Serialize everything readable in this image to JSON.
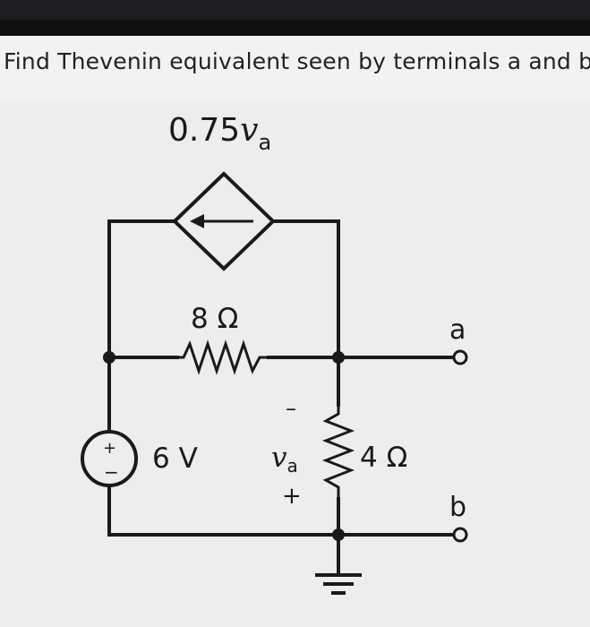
{
  "question": {
    "text": "Find Thevenin equivalent seen by terminals a and b"
  },
  "circuit": {
    "dependent_source": {
      "coef": "0.75",
      "var": "v",
      "sub": "a"
    },
    "resistor_top": {
      "value": "8 Ω"
    },
    "resistor_right": {
      "value": "4 Ω"
    },
    "voltage_source": {
      "value": "6 V",
      "plus": "+",
      "minus": "−"
    },
    "va": {
      "var": "v",
      "sub": "a",
      "minus": "–",
      "plus": "+"
    },
    "terminals": {
      "a": "a",
      "b": "b"
    }
  },
  "colors": {
    "wire": "#1a1a1a",
    "background": "#ededec"
  }
}
